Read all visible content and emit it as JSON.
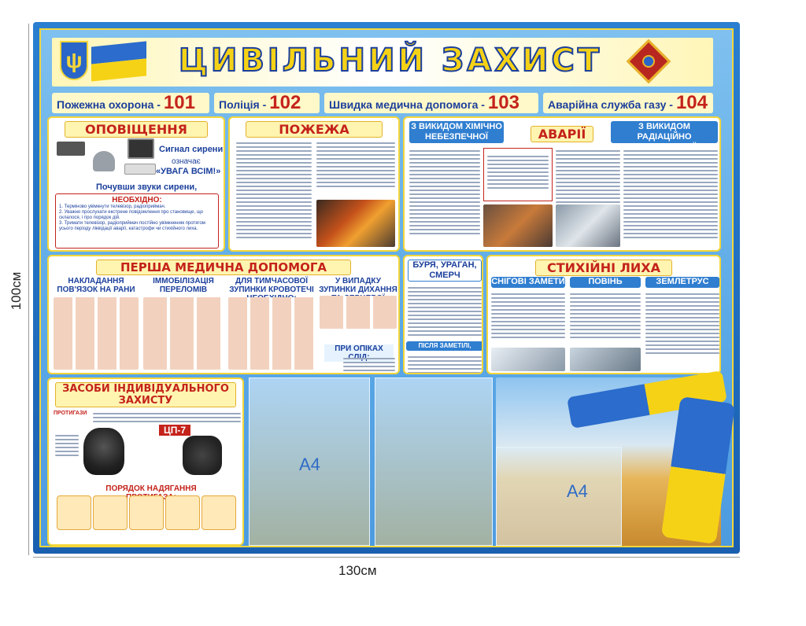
{
  "board": {
    "title": "ЦИВІЛЬНИЙ ЗАХИСТ",
    "width_label": "130см",
    "height_label": "100см"
  },
  "phones": [
    {
      "label": "Пожежна охорона -",
      "number": "101"
    },
    {
      "label": "Поліція -",
      "number": "102"
    },
    {
      "label": "Швидка медична допомога -",
      "number": "103"
    },
    {
      "label": "Аварійна служба газу -",
      "number": "104"
    }
  ],
  "sections": {
    "alert": {
      "title": "ОПОВІЩЕННЯ",
      "siren_label": "Сигнал сирени",
      "means_label": "означає",
      "attention": "«УВАГА ВСІМ!»",
      "heard_label": "Почувши звуки сирени,",
      "required": "НЕОБХІДНО:",
      "steps": [
        "1. Терміново увімкнути телевізор, радіоприймач.",
        "2. Уважно прослухати екстрене повідомлення про становище, що склалося, і про порядок дій.",
        "3. Тримати телевізор, радіоприймач постійно увімкненим протягом усього періоду ліквідації аварії, катастрофи чи стихійного лиха."
      ]
    },
    "fire": {
      "title": "ПОЖЕЖА"
    },
    "chem": {
      "title": "З ВИКИДОМ ХІМІЧНО НЕБЕЗПЕЧНОЇ РЕЧОВИНИ"
    },
    "accidents": {
      "title": "АВАРІЇ"
    },
    "radiation": {
      "title": "З ВИКИДОМ РАДІАЦІЙНО НЕБЕЗПЕЧНОЇ РЕЧОВИНИ"
    },
    "first_aid": {
      "title": "ПЕРША МЕДИЧНА ДОПОМОГА",
      "subs": [
        "НАКЛАДАННЯ ПОВ'ЯЗОК НА РАНИ",
        "ІММОБІЛІЗАЦІЯ ПЕРЕЛОМІВ",
        "ДЛЯ ТИМЧАСОВОЇ ЗУПИНКИ КРОВОТЕЧІ НЕОБХІДНО:",
        "У ВИПАДКУ ЗУПИНКИ ДИХАННЯ ТА СЕРЦЕВОЇ ДІЯЛЬНОСТІ НЕОБХІДНО:"
      ],
      "burns": "ПРИ ОПІКАХ СЛІД:"
    },
    "storm": {
      "title": "БУРЯ, УРАГАН, СМЕРЧ",
      "after": "ПІСЛЯ ЗАМЕТІЛІ, УРАГАНУ:"
    },
    "disasters": {
      "title": "СТИХІЙНІ ЛИХА",
      "subs": [
        "СНІГОВІ ЗАМЕТИ",
        "ПОВІНЬ",
        "ЗЕМЛЕТРУС"
      ]
    },
    "ppe": {
      "title": "ЗАСОБИ ІНДИВІДУАЛЬНОГО ЗАХИСТУ",
      "gasmask_heading": "ПРОТИГАЗИ",
      "model": "ЦП-7",
      "order_title": "ПОРЯДОК НАДЯГАННЯ ПРОТИГАЗА:"
    }
  },
  "pockets": [
    {
      "label": "A4"
    },
    {
      "label": "A4"
    }
  ],
  "colors": {
    "board_blue": "#1a5fb0",
    "title_yellow": "#f6d216",
    "accent_red": "#c4231b",
    "frame_yellow": "#f4d63a"
  }
}
